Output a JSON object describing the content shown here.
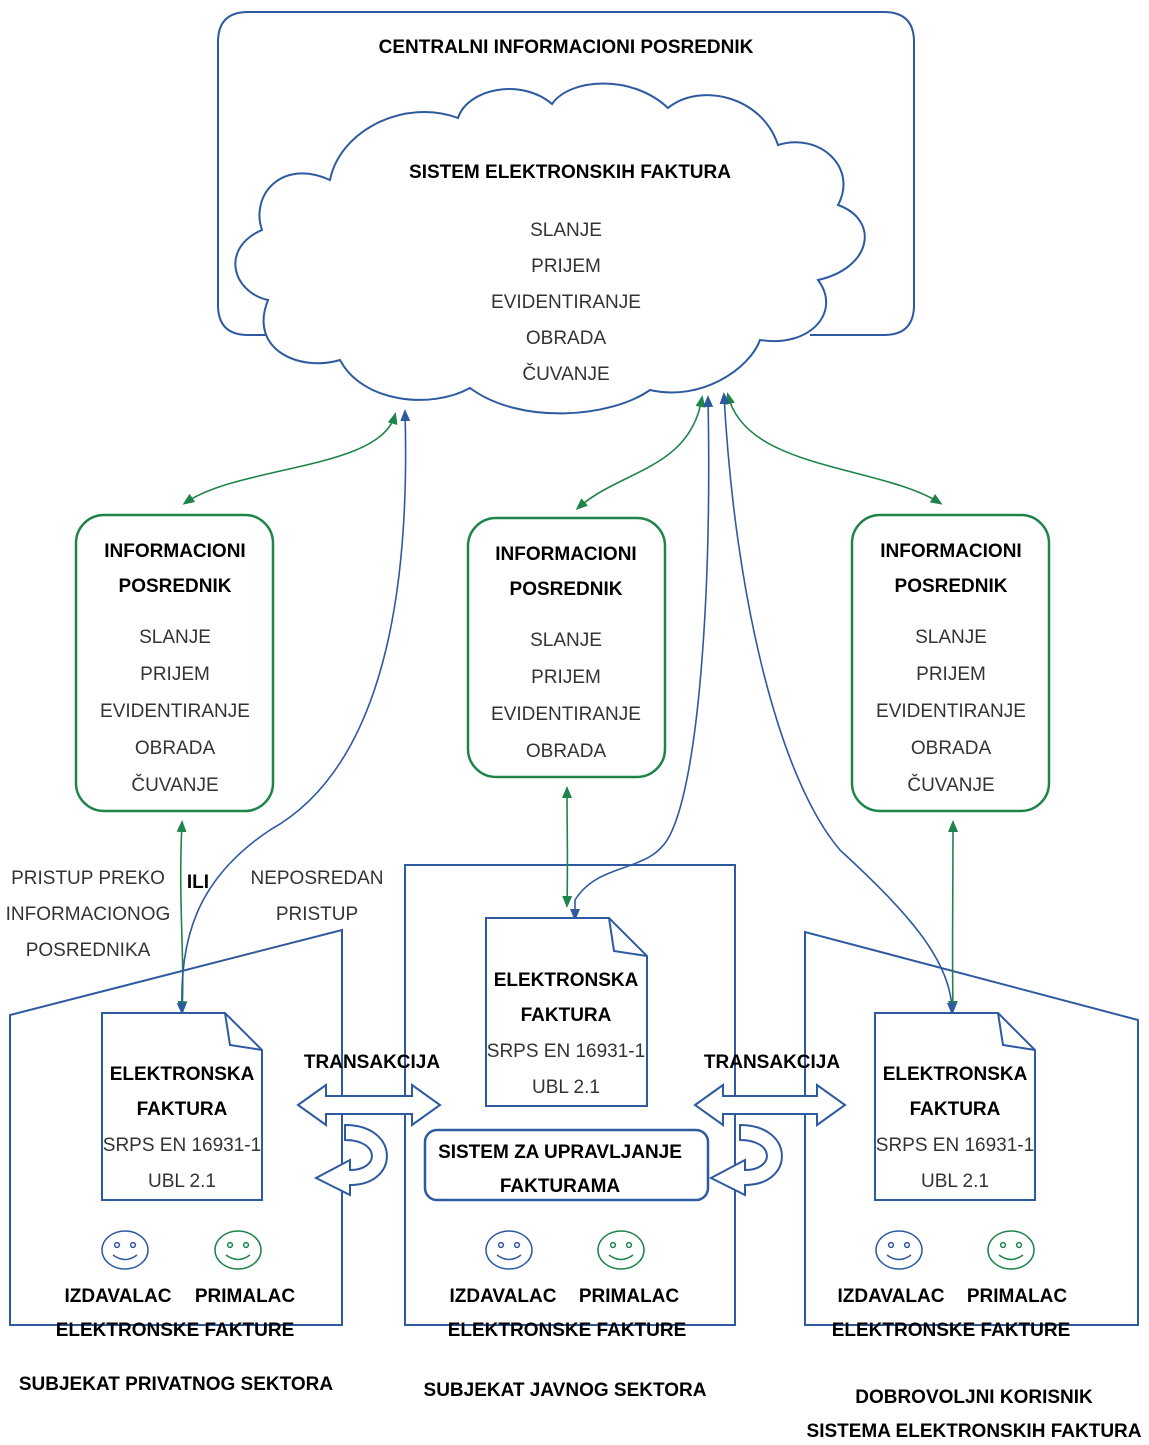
{
  "central": {
    "title": "CENTRALNI INFORMACIONI POSREDNIK",
    "cloud_title": "SISTEM ELEKTRONSKIH FAKTURA",
    "functions": [
      "SLANJE",
      "PRIJEM",
      "EVIDENTIRANJE",
      "OBRADA",
      "ČUVANJE"
    ]
  },
  "intermediaries": [
    {
      "title1": "INFORMACIONI",
      "title2": "POSREDNIK",
      "functions": [
        "SLANJE",
        "PRIJEM",
        "EVIDENTIRANJE",
        "OBRADA",
        "ČUVANJE"
      ]
    },
    {
      "title1": "INFORMACIONI",
      "title2": "POSREDNIK",
      "functions": [
        "SLANJE",
        "PRIJEM",
        "EVIDENTIRANJE",
        "OBRADA"
      ]
    },
    {
      "title1": "INFORMACIONI",
      "title2": "POSREDNIK",
      "functions": [
        "SLANJE",
        "PRIJEM",
        "EVIDENTIRANJE",
        "OBRADA",
        "ČUVANJE"
      ]
    }
  ],
  "access": {
    "via_intermediary": [
      "PRISTUP PREKO",
      "INFORMACIONOG",
      "POSREDNIKA"
    ],
    "or": "ILI",
    "direct": [
      "NEPOSREDAN",
      "PRISTUP"
    ]
  },
  "invoice": {
    "line1": "ELEKTRONSKA",
    "line2": "FAKTURA",
    "standard": "SRPS EN 16931-1",
    "syntax": "UBL 2.1"
  },
  "transaction_label": "TRANSAKCIJA",
  "management_system": [
    "SISTEM ZA UPRAVLJANJE",
    "FAKTURAMA"
  ],
  "roles": {
    "issuer": "IZDAVALAC",
    "receiver": "PRIMALAC",
    "suffix": "ELEKTRONSKE FAKTURE"
  },
  "subjects": {
    "private": "SUBJEKAT PRIVATNOG SEKTORA",
    "public": "SUBJEKAT JAVNOG SEKTORA",
    "voluntary": [
      "DOBROVOLJNI KORISNIK",
      "SISTEMA ELEKTRONSKIH FAKTURA"
    ]
  },
  "colors": {
    "blue": "#2E5AA0",
    "green": "#1E8449"
  }
}
